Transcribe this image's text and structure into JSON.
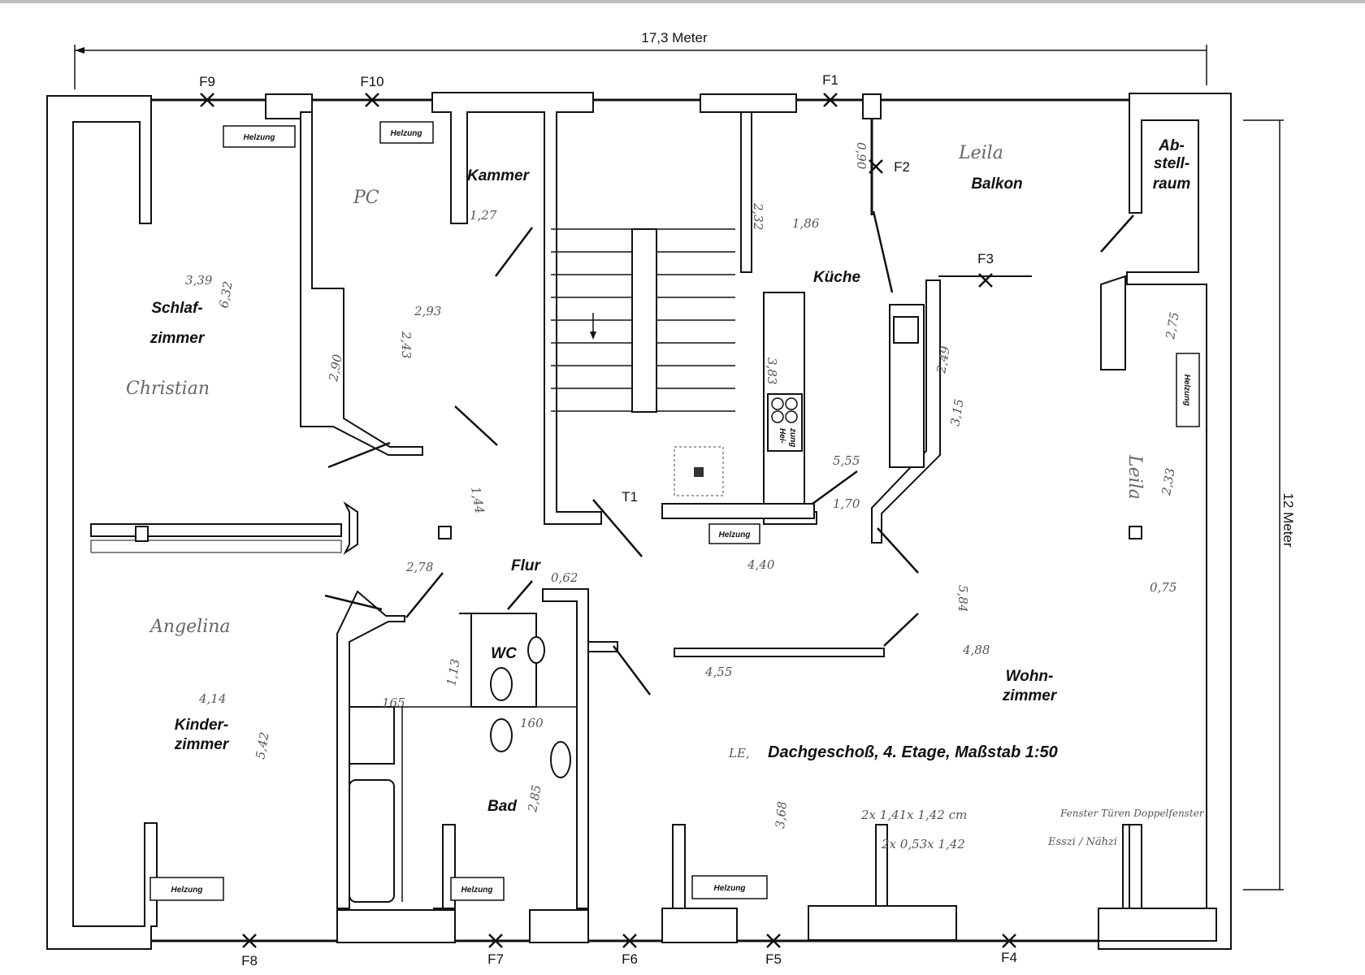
{
  "dimensions": {
    "width_label": "17,3 Meter",
    "height_label": "12 Meter"
  },
  "title": "Dachgeschoß, 4. Etage, Maßstab 1:50",
  "title_prefix_handwritten": "LE,",
  "windows": [
    "F1",
    "F2",
    "F3",
    "F4",
    "F5",
    "F6",
    "F7",
    "F8",
    "F9",
    "F10"
  ],
  "marker_t1": "T1",
  "rooms": {
    "kammer": "Kammer",
    "balkon": "Balkon",
    "abstell": [
      "Ab-",
      "stell-",
      "raum"
    ],
    "kueche": "Küche",
    "schlaf": [
      "Schlaf-",
      "zimmer"
    ],
    "flur": "Flur",
    "wc": "WC",
    "kinder": [
      "Kinder-",
      "zimmer"
    ],
    "bad": "Bad",
    "wohn": [
      "Wohn-",
      "zimmer"
    ]
  },
  "heater_label": "Helzung",
  "stove_heater_label": [
    "Hei-",
    "zung"
  ],
  "handwritten": {
    "names": {
      "leila_balkon": "Leila",
      "christian": "Christian",
      "angelina": "Angelina",
      "pc": "PC",
      "leila_wohn": "Leila"
    },
    "measures": {
      "m339": "3,39",
      "m632": "6,32",
      "m414": "4,14",
      "m542": "5,42",
      "m127": "1,27",
      "m293": "2,93",
      "m243": "2,43",
      "m186": "1,86",
      "m232": "2,32",
      "m383": "3,83",
      "m555": "5,55",
      "m170": "1,70",
      "m440": "4,40",
      "m278": "2,78",
      "m144": "1,44",
      "m062": "0,62",
      "m455": "4,55",
      "m165": "165",
      "m160": "160",
      "m285": "2,85",
      "m368": "3,68",
      "m488": "4,88",
      "m584": "5,84",
      "m249": "2,49",
      "m315": "3,15",
      "m275": "2,75",
      "m233": "2,33",
      "m075": "0,75",
      "m090": "0,90",
      "m290": "2,90",
      "m113": "1,13"
    },
    "notes": [
      "2x 1,41x 1,42 cm",
      "Fenster Türen Doppelfenster",
      "2x 0,53x 1,42",
      "Esszi / Nähzi"
    ]
  }
}
